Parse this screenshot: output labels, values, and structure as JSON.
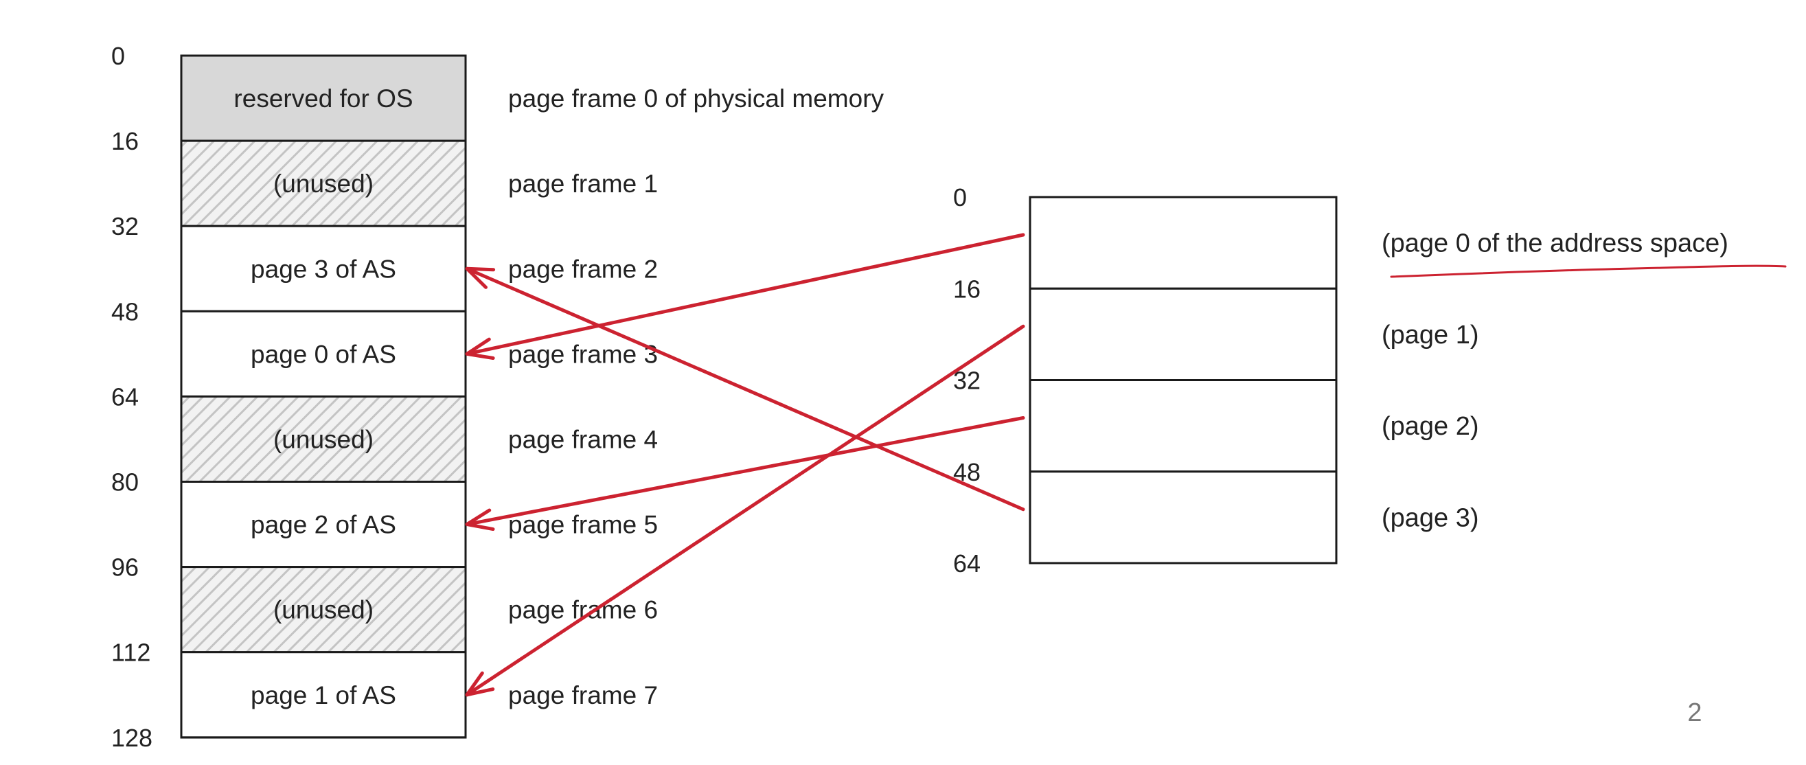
{
  "physical_memory": {
    "address_labels": [
      "0",
      "16",
      "32",
      "48",
      "64",
      "80",
      "96",
      "112",
      "128"
    ],
    "cells": [
      {
        "text": "reserved for OS",
        "kind": "reserved"
      },
      {
        "text": "(unused)",
        "kind": "unused"
      },
      {
        "text": "page 3 of AS",
        "kind": "used"
      },
      {
        "text": "page 0 of AS",
        "kind": "used"
      },
      {
        "text": "(unused)",
        "kind": "unused"
      },
      {
        "text": "page 2 of AS",
        "kind": "used"
      },
      {
        "text": "(unused)",
        "kind": "unused"
      },
      {
        "text": "page 1 of AS",
        "kind": "used"
      }
    ],
    "frame_labels": [
      "page frame 0 of physical memory",
      "page frame 1",
      "page frame 2",
      "page frame 3",
      "page frame 4",
      "page frame 5",
      "page frame 6",
      "page frame 7"
    ]
  },
  "address_space": {
    "address_labels": [
      "0",
      "16",
      "32",
      "48",
      "64"
    ],
    "page_labels": [
      "(page 0 of the address space)",
      "(page 1)",
      "(page 2)",
      "(page 3)"
    ]
  },
  "mappings": [
    {
      "page": 0,
      "frame": 3
    },
    {
      "page": 1,
      "frame": 7
    },
    {
      "page": 2,
      "frame": 5
    },
    {
      "page": 3,
      "frame": 2
    }
  ],
  "slide_number": "2",
  "colors": {
    "arrow": "#cc2230",
    "reserved_fill": "#d8d8d8",
    "hatch_bg": "#f2f2f2",
    "hatch_line": "#c4c4c4",
    "box_stroke": "#1a1a1a"
  }
}
